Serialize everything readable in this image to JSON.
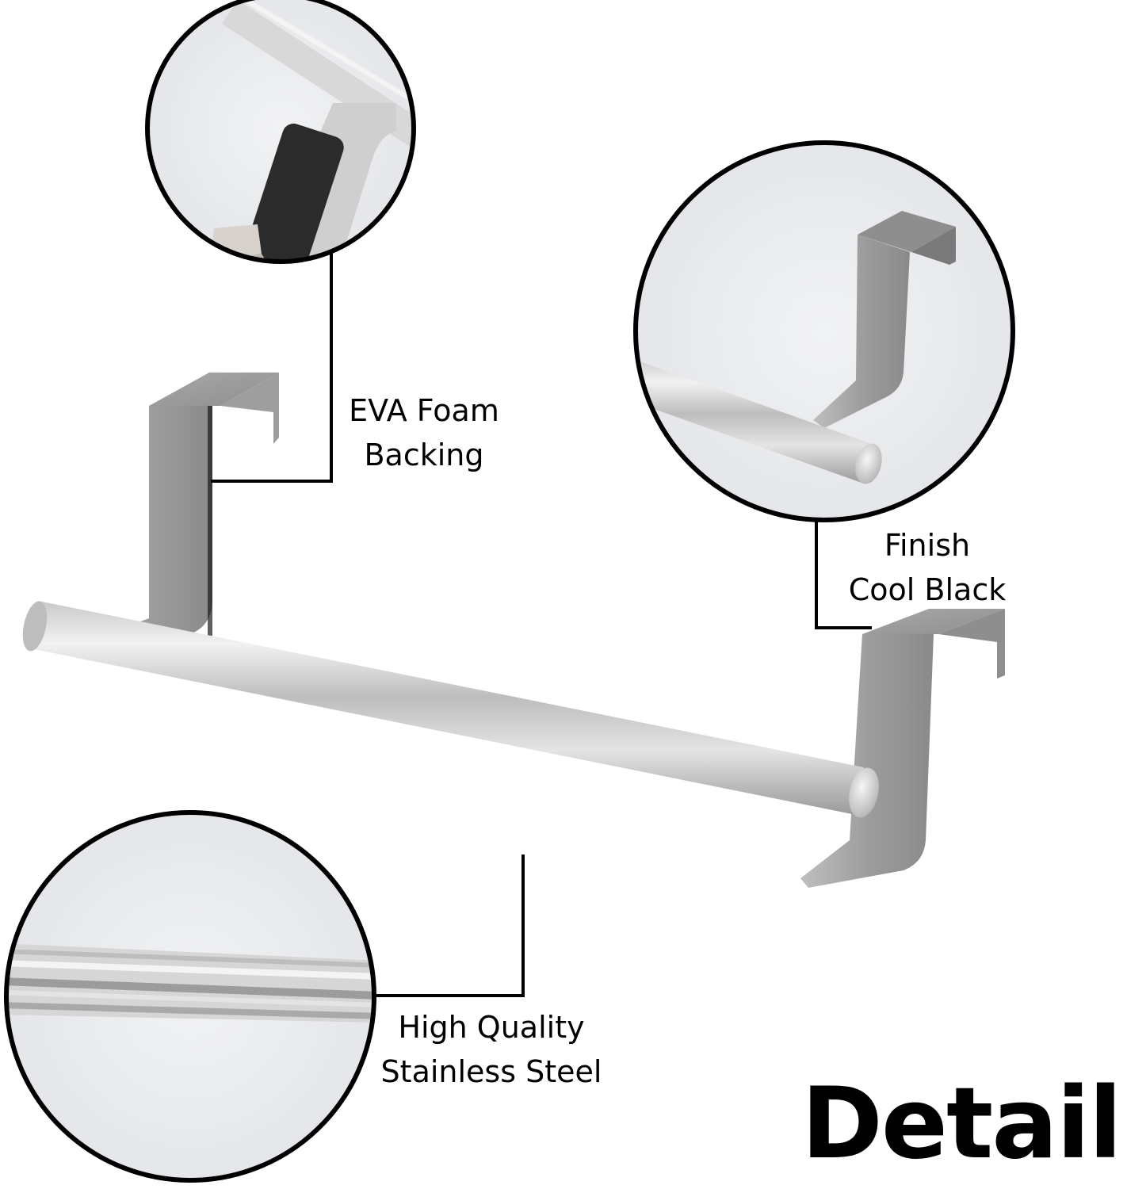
{
  "image": {
    "background": "#ffffff",
    "product": "over-the-door towel bar",
    "accent_colors": {
      "steel_light": "#e6e6e6",
      "steel_mid": "#b4b4b4",
      "steel_dark": "#8a8a8a",
      "foam": "#2b2b2b",
      "circle_border": "#000000",
      "circle_fill": "#eceef0"
    }
  },
  "callouts": [
    {
      "id": "foam",
      "lines": [
        "EVA Foam",
        "Backing"
      ]
    },
    {
      "id": "finish",
      "lines": [
        "Finish",
        "Cool Black"
      ]
    },
    {
      "id": "material",
      "lines": [
        "High Quality",
        "Stainless Steel"
      ]
    }
  ],
  "title": "Detail"
}
